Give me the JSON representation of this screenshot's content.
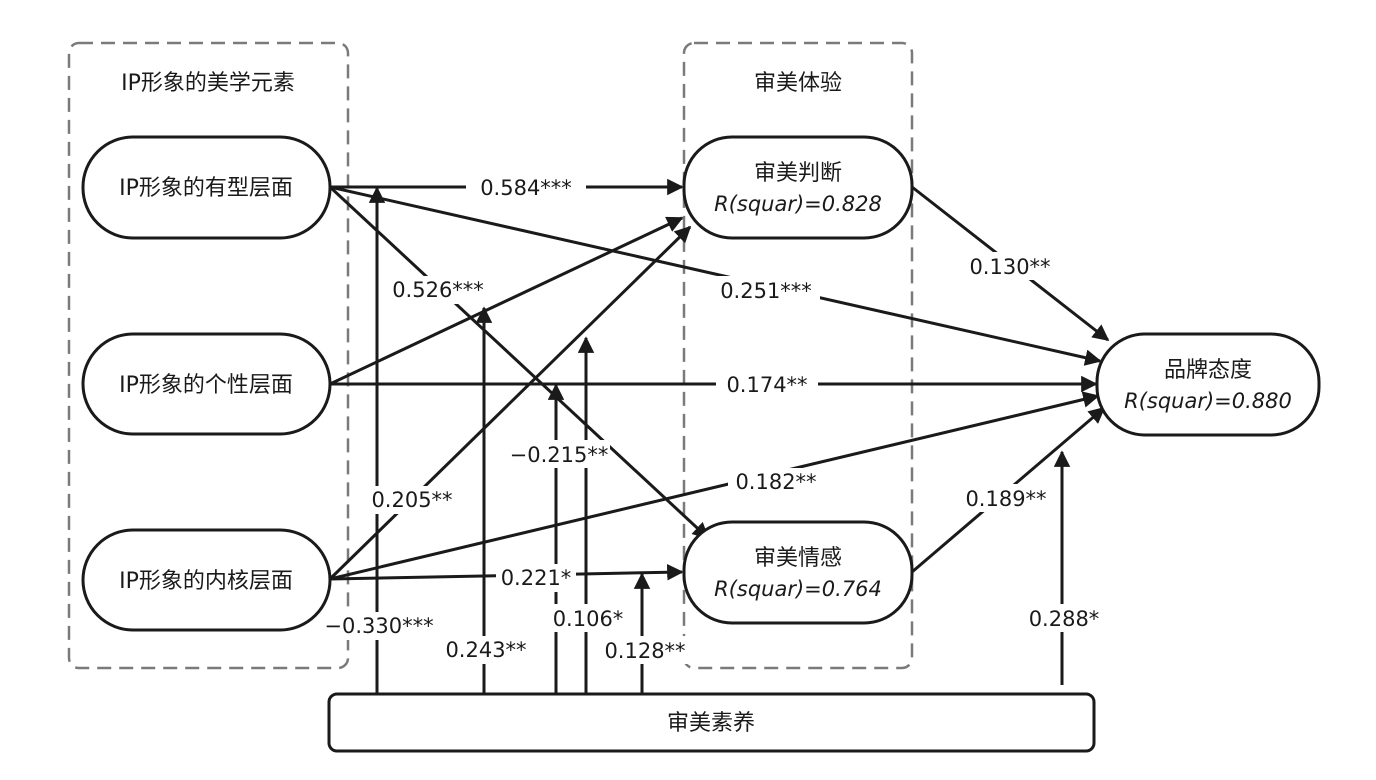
{
  "groups": {
    "elements": {
      "title": "IP形象的美学元素"
    },
    "experience": {
      "title": "审美体验"
    }
  },
  "nodes": {
    "tangible": {
      "label": "IP形象的有型层面"
    },
    "personality": {
      "label": "IP形象的个性层面"
    },
    "core": {
      "label": "IP形象的内核层面"
    },
    "judgment": {
      "label": "审美判断",
      "r2": "R(squar)=0.828"
    },
    "emotion": {
      "label": "审美情感",
      "r2": "R(squar)=0.764"
    },
    "brand": {
      "label": "品牌态度",
      "r2": "R(squar)=0.880"
    },
    "literacy": {
      "label": "审美素养"
    }
  },
  "paths": {
    "tangible_judgment": "0.584***",
    "tangible_emotion": "0.526***",
    "tangible_brand": "0.251***",
    "personality_brand": "0.174**",
    "core_judgment": "0.205**",
    "core_brand": "0.182**",
    "core_emotion": "0.221*",
    "judgment_brand": "0.130**",
    "emotion_brand": "0.189**"
  },
  "moderation": {
    "m1": "−0.330***",
    "m2": "0.243**",
    "m3": "−0.215**",
    "m4": "0.106*",
    "m5": "0.128**",
    "m6": "0.288*"
  }
}
